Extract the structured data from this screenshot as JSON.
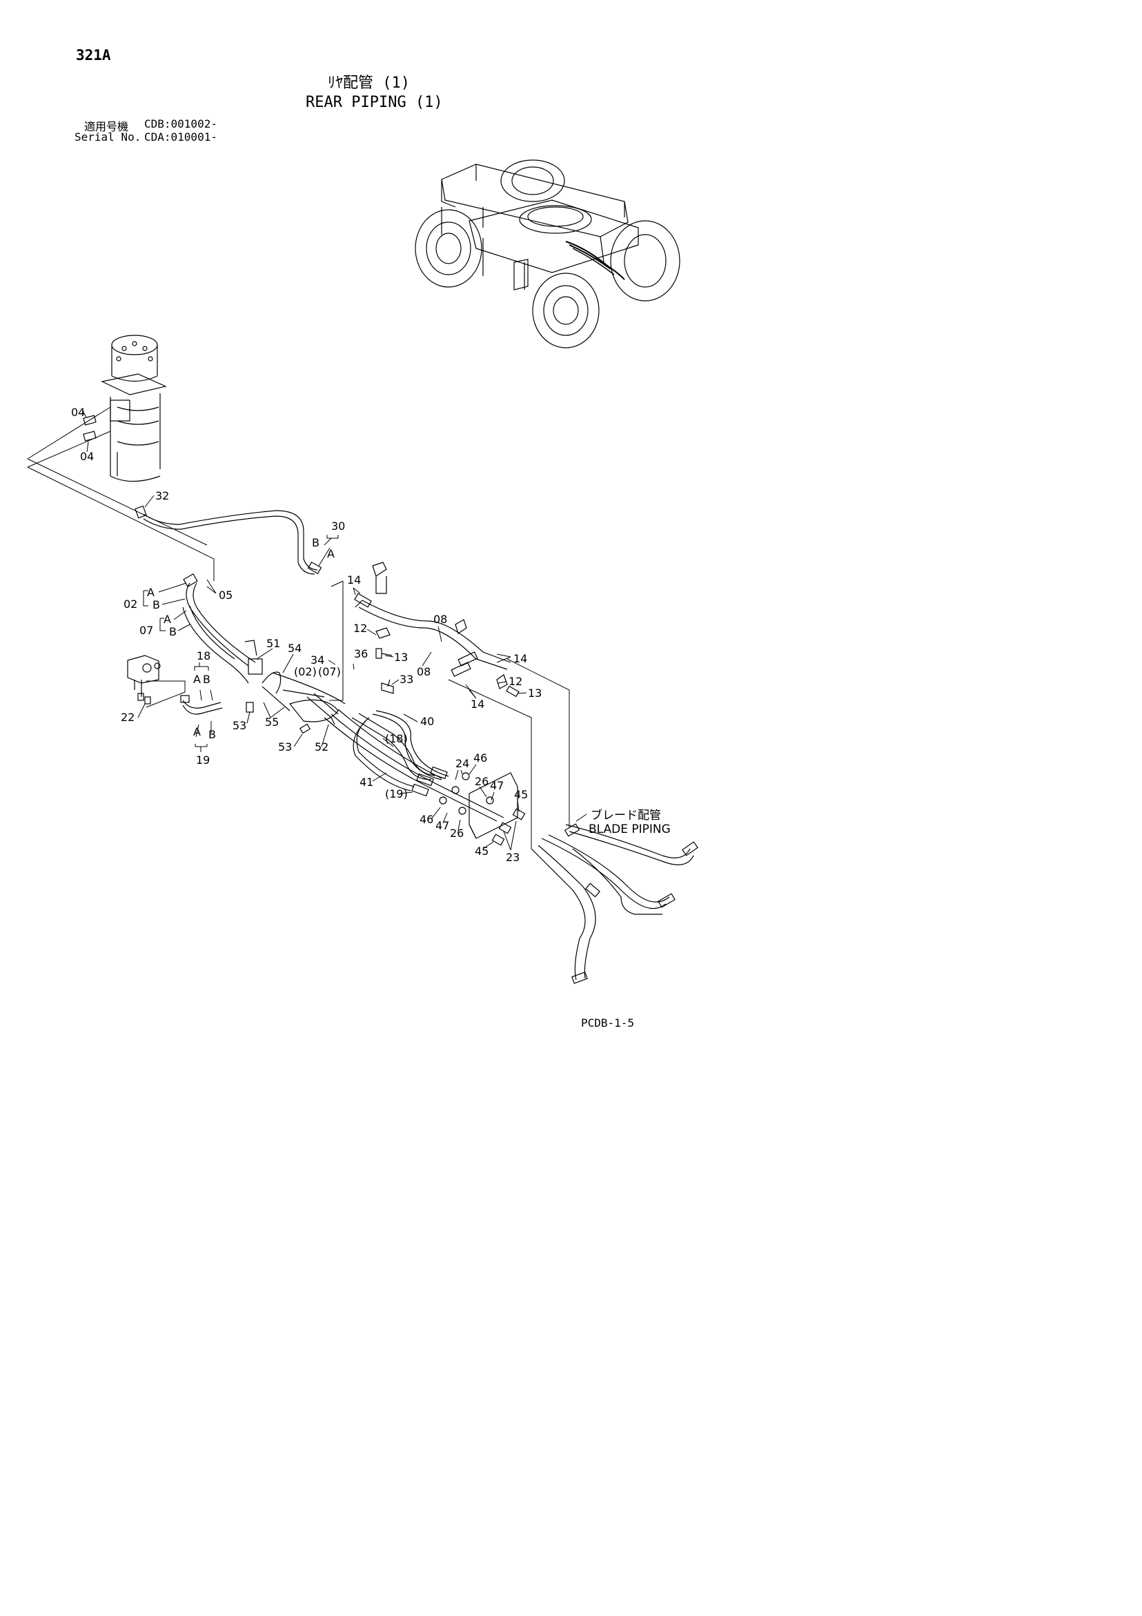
{
  "page_code": "321A",
  "title_jp": "ﾘﾔ配管 (1)",
  "title_en": "REAR PIPING (1)",
  "applicable_label": "適用号機",
  "applicable_value": "CDB:001002-",
  "serial_label": "Serial No.",
  "serial_value": "CDA:010001-",
  "blade_note_jp": "ブレード配管",
  "blade_note_en": "BLADE PIPING",
  "footer_code": "PCDB-1-5",
  "callouts": [
    {
      "id": "c-04a",
      "label": "04"
    },
    {
      "id": "c-04b",
      "label": "04"
    },
    {
      "id": "c-32",
      "label": "32"
    },
    {
      "id": "c-30",
      "label": "30"
    },
    {
      "id": "c-30b",
      "label": "B"
    },
    {
      "id": "c-30a",
      "label": "A"
    },
    {
      "id": "c-14a",
      "label": "14"
    },
    {
      "id": "c-05",
      "label": "05"
    },
    {
      "id": "c-02a",
      "label": "A"
    },
    {
      "id": "c-02",
      "label": "02"
    },
    {
      "id": "c-02b",
      "label": "B"
    },
    {
      "id": "c-07a",
      "label": "A"
    },
    {
      "id": "c-07",
      "label": "07"
    },
    {
      "id": "c-07b",
      "label": "B"
    },
    {
      "id": "c-08a",
      "label": "08"
    },
    {
      "id": "c-12a",
      "label": "12"
    },
    {
      "id": "c-08b",
      "label": "08"
    },
    {
      "id": "c-14b",
      "label": "14"
    },
    {
      "id": "c-12b",
      "label": "12"
    },
    {
      "id": "c-14c",
      "label": "14"
    },
    {
      "id": "c-13a",
      "label": "13"
    },
    {
      "id": "c-13b",
      "label": "13"
    },
    {
      "id": "c-51",
      "label": "51"
    },
    {
      "id": "c-54",
      "label": "54"
    },
    {
      "id": "c-34",
      "label": "34"
    },
    {
      "id": "c-36",
      "label": "36"
    },
    {
      "id": "c-02p",
      "label": "(02)"
    },
    {
      "id": "c-07p",
      "label": "(07)"
    },
    {
      "id": "c-33",
      "label": "33"
    },
    {
      "id": "c-18",
      "label": "18"
    },
    {
      "id": "c-18a",
      "label": "A"
    },
    {
      "id": "c-18b",
      "label": "B"
    },
    {
      "id": "c-22",
      "label": "22"
    },
    {
      "id": "c-53a",
      "label": "53"
    },
    {
      "id": "c-55",
      "label": "55"
    },
    {
      "id": "c-53b",
      "label": "53"
    },
    {
      "id": "c-52",
      "label": "52"
    },
    {
      "id": "c-19a",
      "label": "A"
    },
    {
      "id": "c-19b",
      "label": "B"
    },
    {
      "id": "c-19",
      "label": "19"
    },
    {
      "id": "c-40",
      "label": "40"
    },
    {
      "id": "c-18p",
      "label": "(18)"
    },
    {
      "id": "c-41",
      "label": "41"
    },
    {
      "id": "c-19p",
      "label": "(19)"
    },
    {
      "id": "c-24",
      "label": "24"
    },
    {
      "id": "c-46a",
      "label": "46"
    },
    {
      "id": "c-26a",
      "label": "26"
    },
    {
      "id": "c-47a",
      "label": "47"
    },
    {
      "id": "c-45a",
      "label": "45"
    },
    {
      "id": "c-46b",
      "label": "46"
    },
    {
      "id": "c-47b",
      "label": "47"
    },
    {
      "id": "c-26b",
      "label": "26"
    },
    {
      "id": "c-45b",
      "label": "45"
    },
    {
      "id": "c-23",
      "label": "23"
    }
  ]
}
